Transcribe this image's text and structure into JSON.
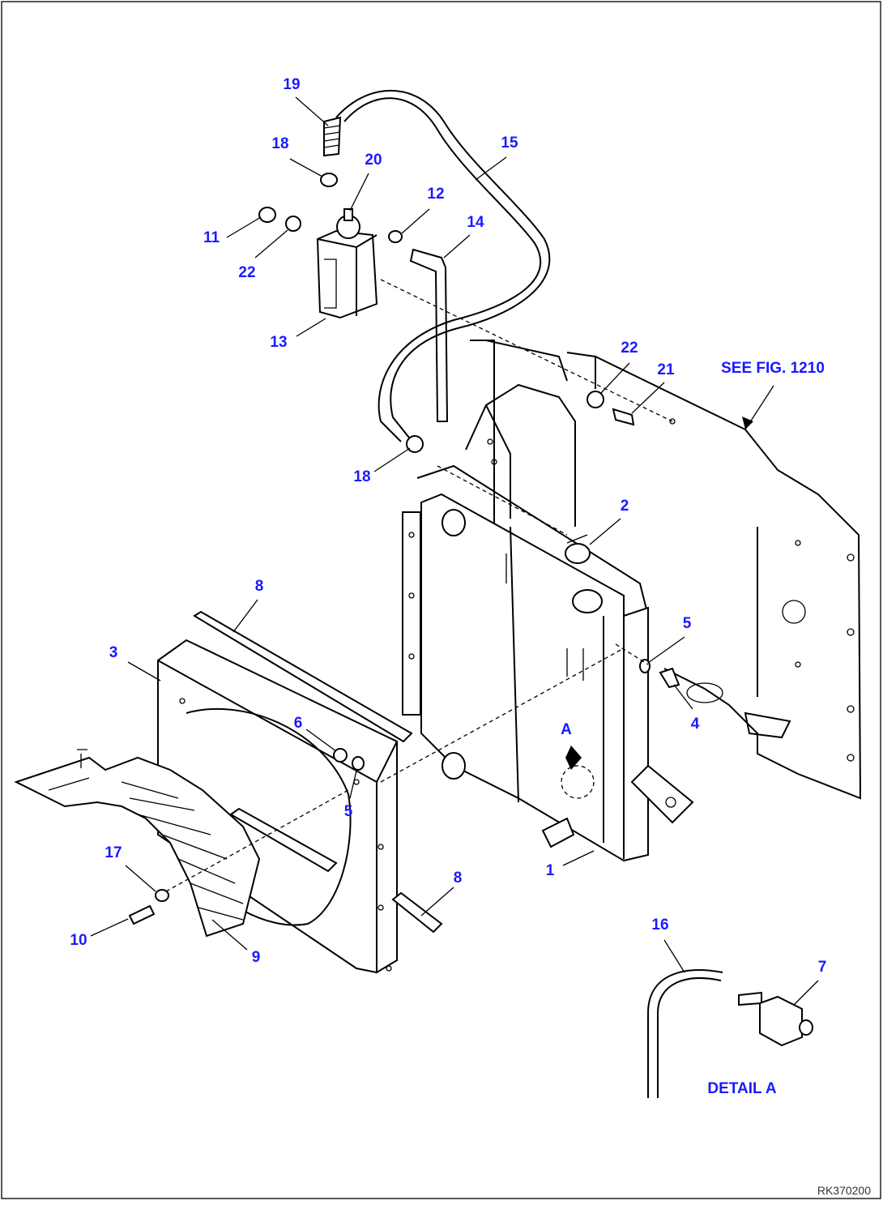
{
  "diagram": {
    "callouts": [
      {
        "id": "c19",
        "label": "19"
      },
      {
        "id": "c18a",
        "label": "18"
      },
      {
        "id": "c20",
        "label": "20"
      },
      {
        "id": "c15",
        "label": "15"
      },
      {
        "id": "c12",
        "label": "12"
      },
      {
        "id": "c14",
        "label": "14"
      },
      {
        "id": "c11",
        "label": "11"
      },
      {
        "id": "c22a",
        "label": "22"
      },
      {
        "id": "c13",
        "label": "13"
      },
      {
        "id": "c22b",
        "label": "22"
      },
      {
        "id": "c21",
        "label": "21"
      },
      {
        "id": "c18b",
        "label": "18"
      },
      {
        "id": "c2",
        "label": "2"
      },
      {
        "id": "c8a",
        "label": "8"
      },
      {
        "id": "c3",
        "label": "3"
      },
      {
        "id": "c5a",
        "label": "5"
      },
      {
        "id": "c4",
        "label": "4"
      },
      {
        "id": "c6",
        "label": "6"
      },
      {
        "id": "cA",
        "label": "A"
      },
      {
        "id": "c5b",
        "label": "5"
      },
      {
        "id": "c17",
        "label": "17"
      },
      {
        "id": "c8b",
        "label": "8"
      },
      {
        "id": "c1",
        "label": "1"
      },
      {
        "id": "c10",
        "label": "10"
      },
      {
        "id": "c9",
        "label": "9"
      },
      {
        "id": "c16",
        "label": "16"
      },
      {
        "id": "c7",
        "label": "7"
      }
    ],
    "see_fig_note": "SEE FIG. 1210",
    "detail_label": "DETAIL A",
    "drawing_code": "RK370200",
    "colors": {
      "callout": "#1a1aff",
      "line": "#000000",
      "background": "#ffffff"
    }
  }
}
